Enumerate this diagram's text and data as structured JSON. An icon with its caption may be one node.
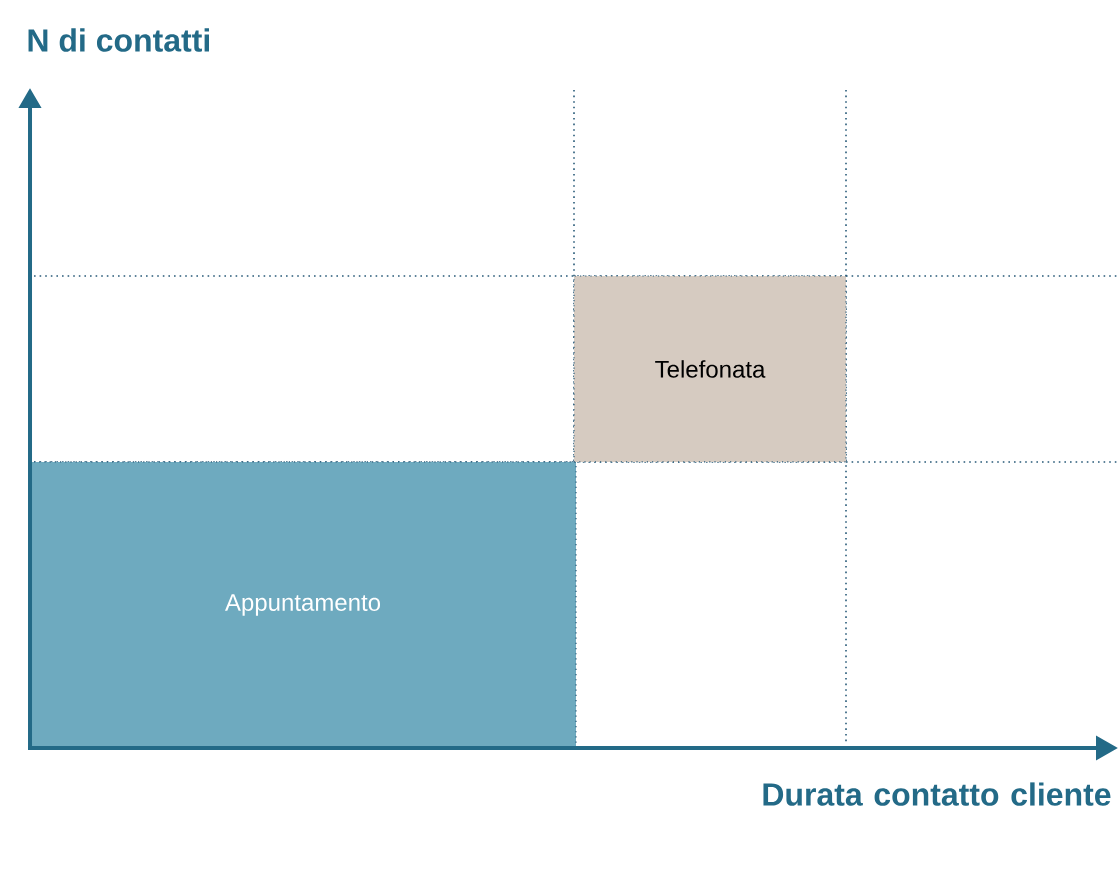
{
  "diagram": {
    "nodes": [
      {
        "text": [
          "Appuntamento"
        ]
      },
      {
        "text": [
          "Telefonata"
        ]
      }
    ],
    "edges": [],
    "labels": [
      "N  di contatti",
      "Durata contatto cliente"
    ]
  }
}
